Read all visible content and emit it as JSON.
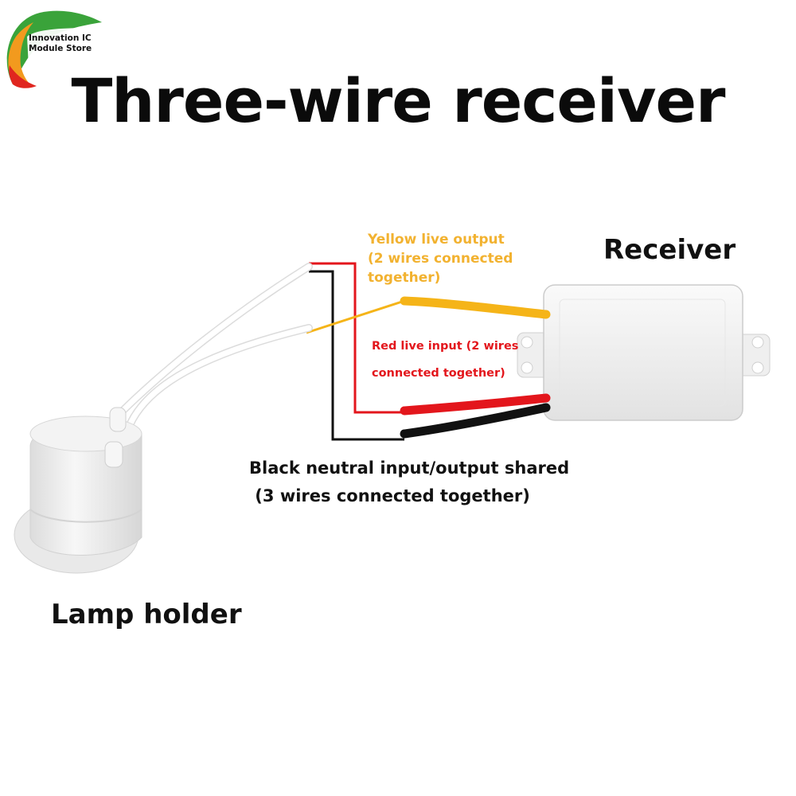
{
  "logo": {
    "line1": "Innovation IC",
    "line2": "Module Store",
    "colors": {
      "green": "#3aa33a",
      "orange": "#f29a1e",
      "red": "#e0261f"
    }
  },
  "title": "Three-wire receiver",
  "labels": {
    "receiver": "Receiver",
    "lamp_holder": "Lamp holder",
    "yellow": {
      "line1": "Yellow live output",
      "line2": "(2 wires connected",
      "line3": "together)"
    },
    "red": {
      "line1": "Red live input (2 wires",
      "line2": "connected together)"
    },
    "black": {
      "line1": "Black neutral input/output shared",
      "line2": " (3 wires connected together)"
    }
  },
  "colors": {
    "yellow_wire": "#f5b418",
    "red_wire": "#e3161c",
    "black_wire": "#111111",
    "yellow_text": "#f2b230",
    "red_text": "#e3161c"
  }
}
